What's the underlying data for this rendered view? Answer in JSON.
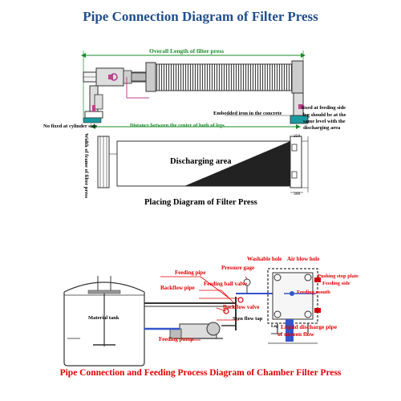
{
  "title": "Pipe Connection Diagram of Filter Press",
  "top_diagram": {
    "overall_length": "Overall Length of filter press",
    "distance_legs": "Distance between the center of both of legs",
    "embedded_iron": "Embedded iron in the concrete",
    "fixed_feeding_side": "fixed at feeding side",
    "leg_level_note": [
      "leg should be at the",
      "same level with the",
      "discharging area"
    ],
    "no_fixed_cylinder": "No fixed at cylinder side",
    "width_frame": "Width of frame of filter press",
    "discharging_area": "Discharging area",
    "placing_diagram": "Placing Diagram of Filter Press",
    "dim_250": "250",
    "dim_300": "300"
  },
  "bottom_diagram": {
    "washable_hole": "Washable hole",
    "air_blow_hole": "Air blow hole",
    "feeding_pipe": "Feeding pipe",
    "pressure_gage": "Pressure gage",
    "pushing_stop_plate": "Pushing stop plate",
    "feeding_side": "Feeding side",
    "backflow_pipe": "Backflow pipe",
    "feeding_ball_valve": "Feeding ball valve",
    "feeding_mouth": "Feeding mouth",
    "material_tank": "Material tank",
    "backflow_valve": "Backflow valve",
    "seen_flow_tap": "Seen flow tap",
    "leg": "Leg",
    "liquid_discharge_pipe": "Liquid discharge pipe",
    "of_unseen_flow": "of unseen flow",
    "feeding_pump": "Feeding pump"
  },
  "bottom_title": "Pipe Connection and Feeding Process Diagram of Chamber Filter Press",
  "colors": {
    "title": "#1f4e8c",
    "green": "#1a8c2a",
    "red": "#e00000"
  }
}
